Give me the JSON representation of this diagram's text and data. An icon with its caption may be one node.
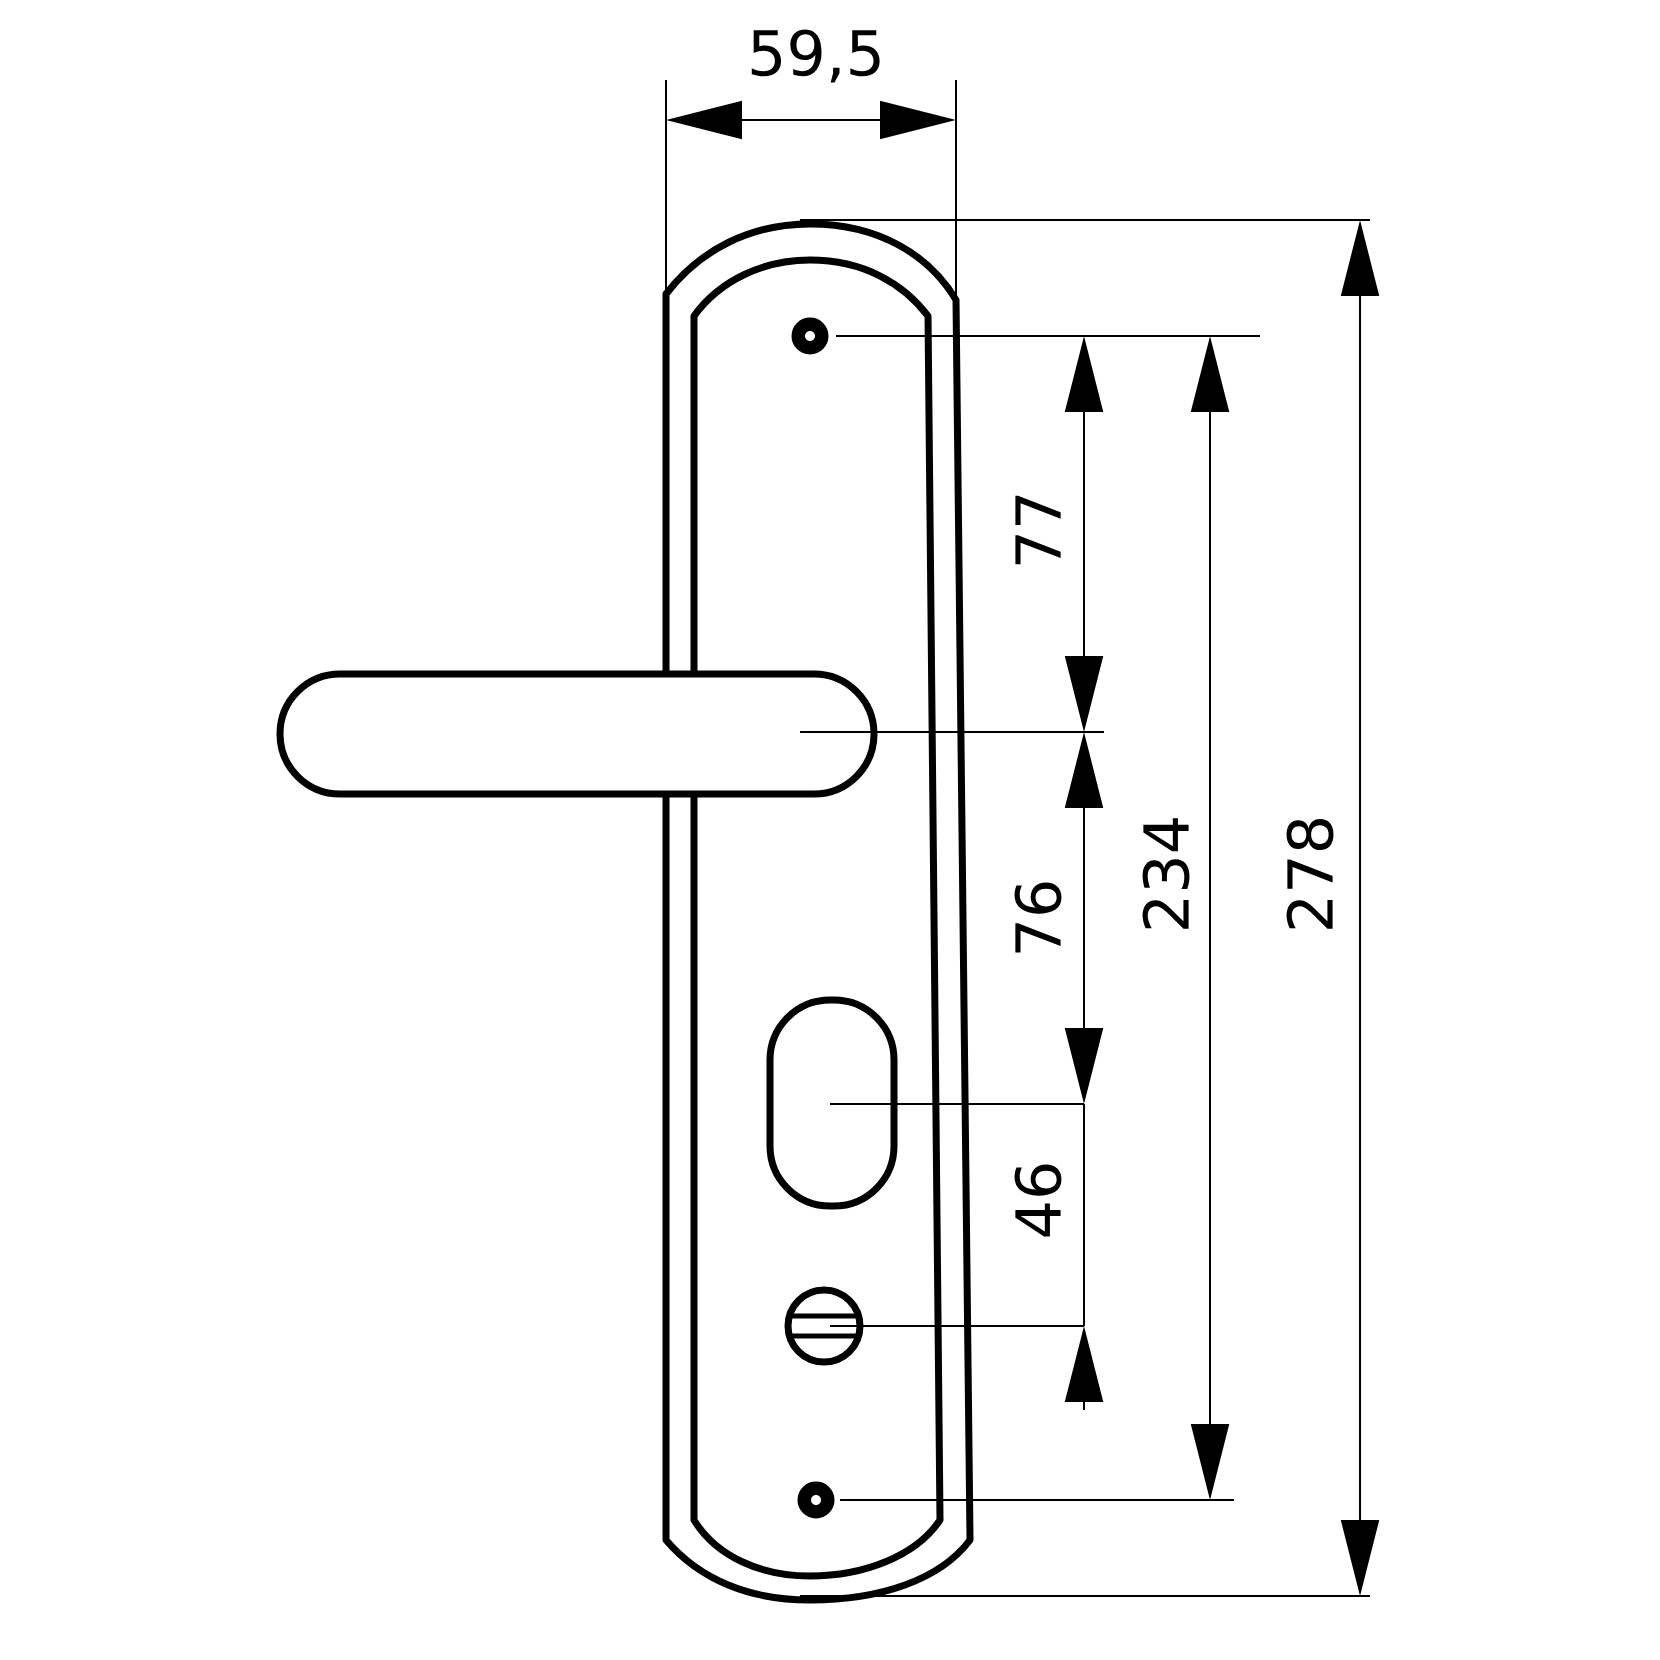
{
  "diagram": {
    "labels": [
      "59,5",
      "77",
      "76",
      "234",
      "278",
      "46"
    ]
  }
}
